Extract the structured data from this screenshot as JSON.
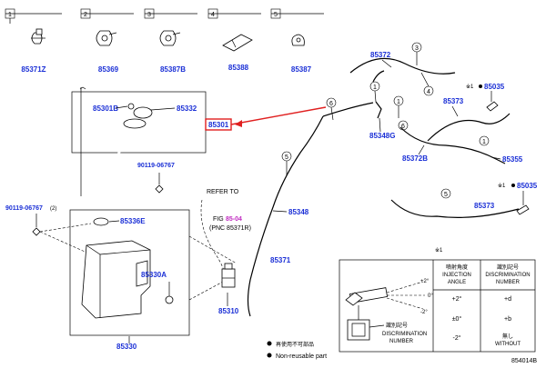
{
  "header_items": [
    {
      "num": "1",
      "part": "85371Z"
    },
    {
      "num": "2",
      "part": "85369"
    },
    {
      "num": "3",
      "part": "85387B"
    },
    {
      "num": "4",
      "part": "85388"
    },
    {
      "num": "5",
      "part": "85387"
    }
  ],
  "parts": {
    "p85372": "85372",
    "p85035_a": "85035",
    "p85035_b": "85035",
    "note_mark_a": "※1",
    "note_mark_b": "※1",
    "p85373_a": "85373",
    "p85373_b": "85373",
    "p85301b": "85301B",
    "p85332": "85332",
    "p85301": "85301",
    "p85348g": "85348G",
    "p85372b": "85372B",
    "p85355": "85355",
    "p90119_06767_a": "90119-06767",
    "p90119_06767_b": "90119-06767",
    "qty_2": "(2)",
    "p85336e": "85336E",
    "p85348": "85348",
    "p85330a": "85330A",
    "p85371": "85371",
    "p85310": "85310",
    "p85330": "85330"
  },
  "callouts": [
    "1",
    "2",
    "3",
    "4",
    "5",
    "6",
    "5",
    "5",
    "1",
    "6",
    "1"
  ],
  "reference": {
    "refer_to": "REFER TO",
    "fig_prefix": "FIG",
    "fig_num": "85-04",
    "pnc": "(PNC 85371R)"
  },
  "table": {
    "mark": "※1",
    "col1_jp": "噴射角度",
    "col1_en1": "INJECTION",
    "col1_en2": "ANGLE",
    "col2_jp": "識別記号",
    "col2_en1": "DISCRIMINATION",
    "col2_en2": "NUMBER",
    "rows": [
      {
        "angle": "+2°",
        "mark": "+d"
      },
      {
        "angle": "±0°",
        "mark": "+b"
      },
      {
        "angle": "-2°",
        "mark": "無し",
        "mark_en": "WITHOUT"
      }
    ],
    "diagram_labels": {
      "plus": "+2°",
      "zero": "0°",
      "minus": "-2°"
    },
    "disc_jp": "識別記号",
    "disc_en1": "DISCRIMINATION",
    "disc_en2": "NUMBER"
  },
  "legend": {
    "jp": "再使用不可部品",
    "en": "Non-reusable part"
  },
  "figure_id": "854014B"
}
